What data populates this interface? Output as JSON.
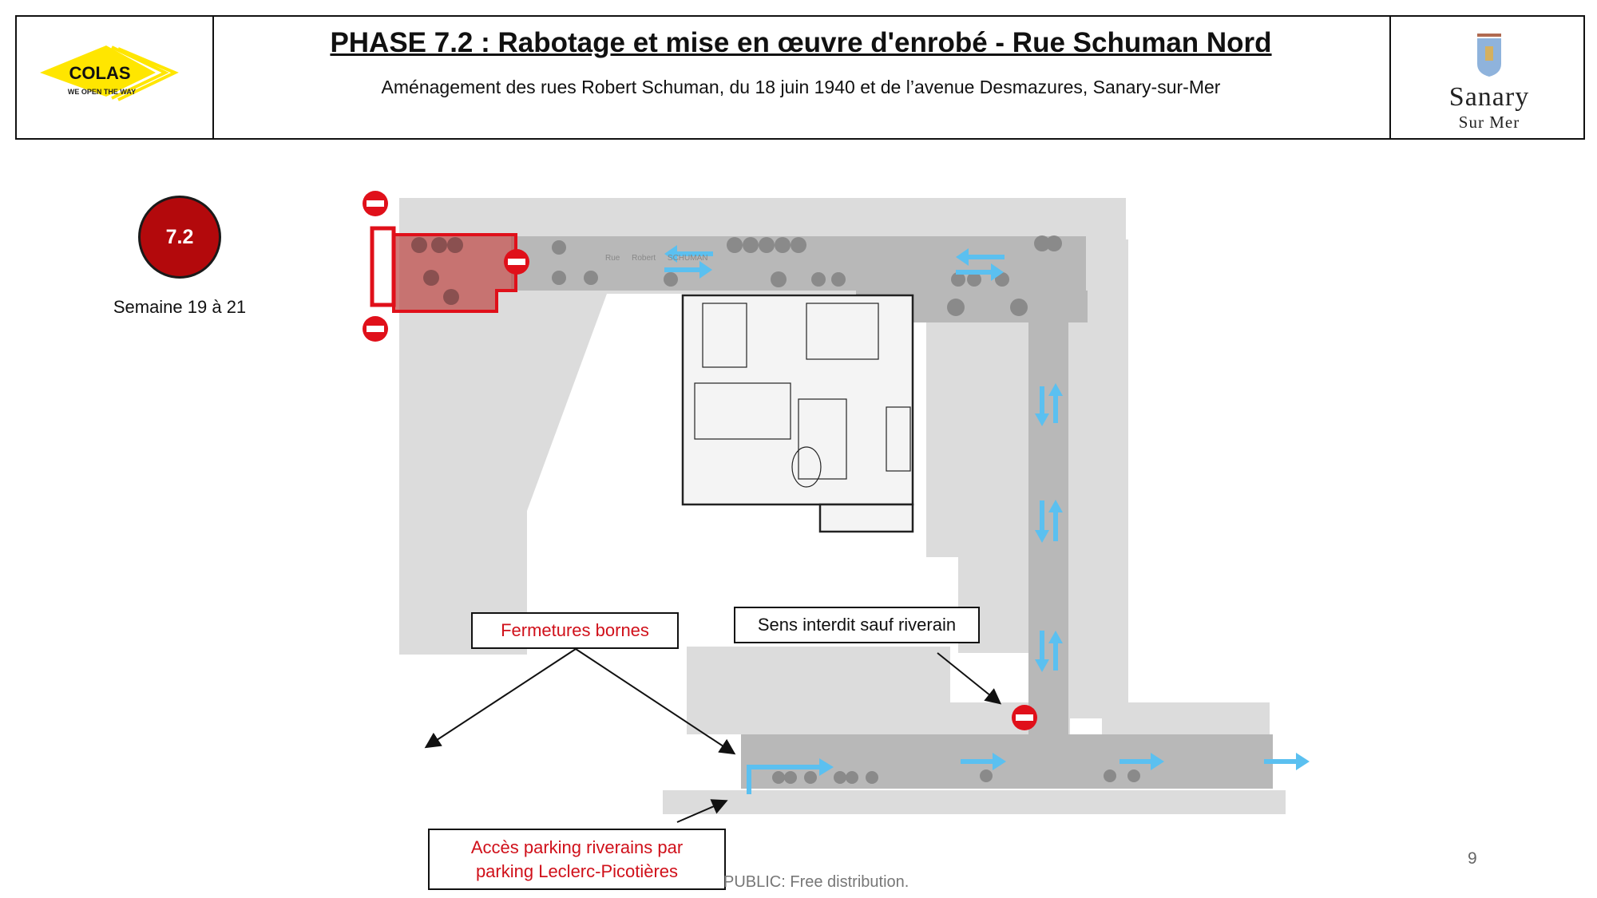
{
  "header": {
    "title": "PHASE 7.2 :  Rabotage et mise en œuvre d'enrobé - Rue Schuman Nord",
    "subtitle": "Aménagement des rues Robert Schuman, du 18 juin 1940 et de l’avenue Desmazures, Sanary-sur-Mer",
    "left_logo": {
      "name": "COLAS",
      "tagline": "WE OPEN THE WAY",
      "color": "#ffe600"
    },
    "right_logo": {
      "line1": "Sanary",
      "line2": "Sur Mer"
    }
  },
  "phase": {
    "number": "7.2",
    "weeks": "Semaine 19 à 21",
    "color": "#b3090c"
  },
  "map": {
    "street_label": "Rue Robert SCHUMAN",
    "colors": {
      "closed_zone": "#c0504d",
      "arrow": "#5bc0f0",
      "no_entry": "#e0101a",
      "road": "#b8b8b8"
    }
  },
  "callouts": {
    "bollards": "Fermetures bornes",
    "no_entry": "Sens interdit sauf riverain",
    "parking_line1": "Accès parking riverains par",
    "parking_line2": "parking Leclerc-Picotières"
  },
  "footer": {
    "classification": "PUBLIC: Free distribution.",
    "page_number": "9"
  }
}
